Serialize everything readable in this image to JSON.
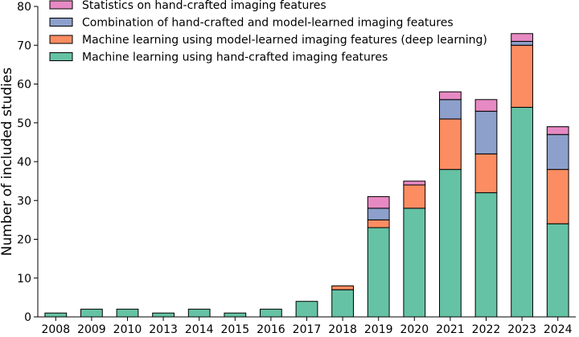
{
  "chart_data": {
    "type": "bar",
    "stacked": true,
    "categories": [
      "2008",
      "2009",
      "2010",
      "2013",
      "2014",
      "2015",
      "2016",
      "2017",
      "2018",
      "2019",
      "2020",
      "2021",
      "2022",
      "2023",
      "2024"
    ],
    "ylabel": "Number of included studies",
    "xlabel": "",
    "ylim": [
      0,
      80
    ],
    "yticks": [
      0,
      10,
      20,
      30,
      40,
      50,
      60,
      70,
      80
    ],
    "legend_position": "top-left",
    "grid": false,
    "series": [
      {
        "name": "Machine learning using hand-crafted imaging features",
        "color": "#66c2a5",
        "values": [
          1,
          2,
          2,
          1,
          2,
          1,
          2,
          4,
          7,
          23,
          28,
          38,
          32,
          54,
          24
        ]
      },
      {
        "name": "Machine learning using model-learned imaging features (deep learning)",
        "color": "#fc8d62",
        "values": [
          0,
          0,
          0,
          0,
          0,
          0,
          0,
          0,
          1,
          2,
          6,
          13,
          10,
          16,
          14
        ]
      },
      {
        "name": "Combination of hand-crafted and model-learned imaging features",
        "color": "#8da0cb",
        "values": [
          0,
          0,
          0,
          0,
          0,
          0,
          0,
          0,
          0,
          3,
          0,
          5,
          11,
          1,
          9
        ]
      },
      {
        "name": "Statistics on hand-crafted imaging features",
        "color": "#e78ac3",
        "values": [
          0,
          0,
          0,
          0,
          0,
          0,
          0,
          0,
          0,
          3,
          1,
          2,
          3,
          2,
          2
        ]
      }
    ],
    "legend_order": [
      3,
      2,
      1,
      0
    ]
  }
}
